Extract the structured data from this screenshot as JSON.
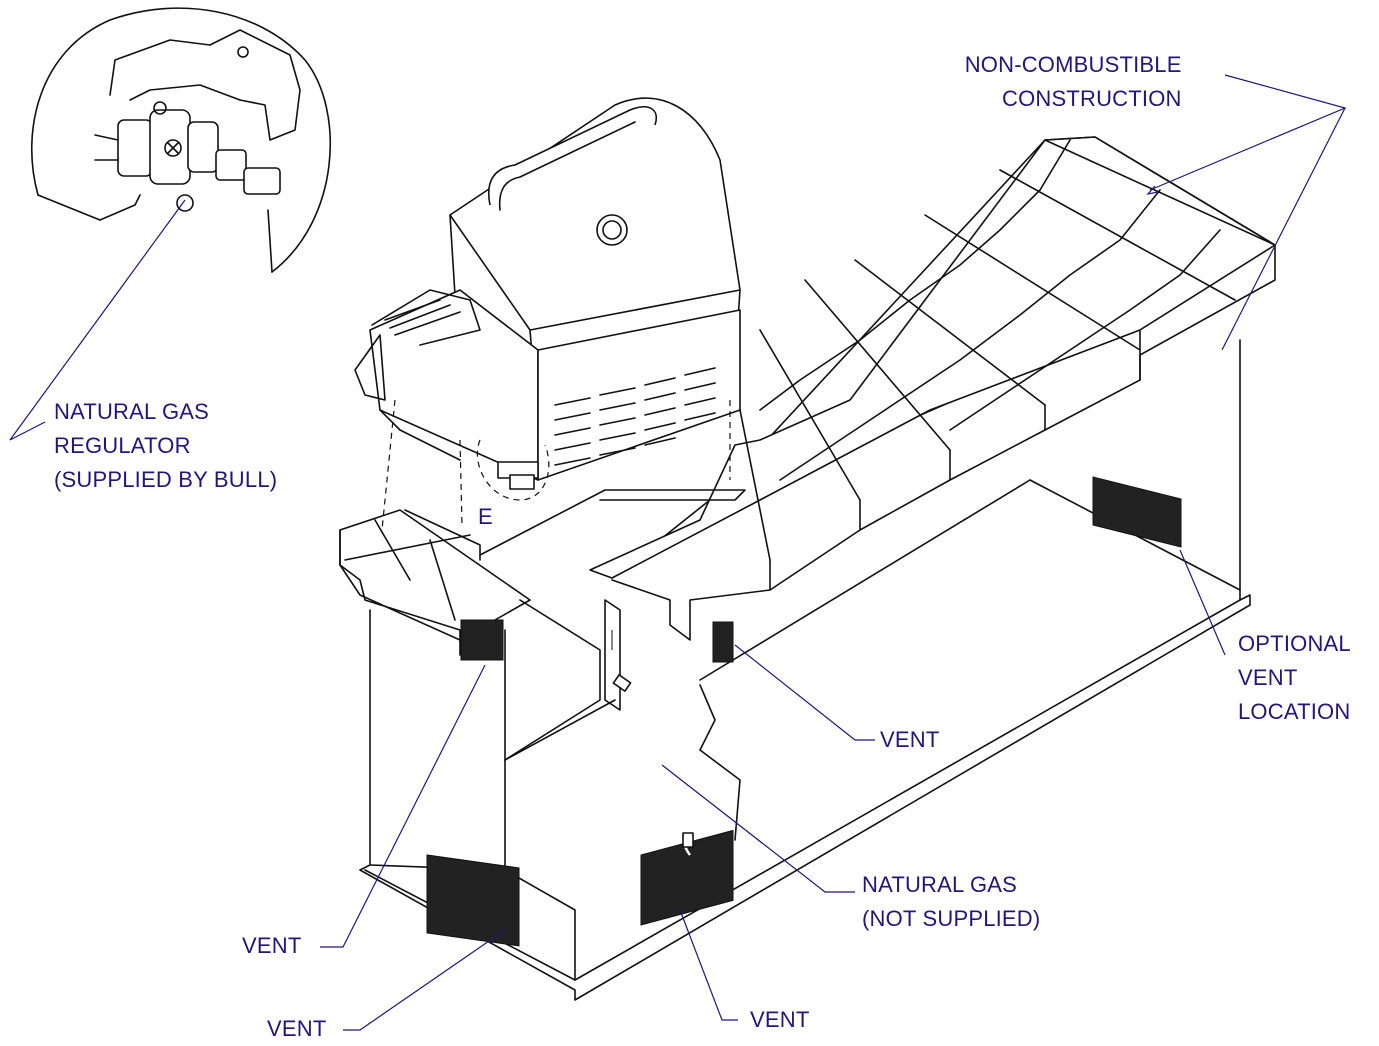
{
  "colors": {
    "label_text": "#25157a",
    "line_art": "#111111",
    "background": "#ffffff"
  },
  "labels": {
    "non_combustible": [
      "NON-COMBUSTIBLE",
      "CONSTRUCTION"
    ],
    "regulator": [
      "NATURAL GAS",
      "REGULATOR",
      "(SUPPLIED BY BULL)"
    ],
    "detail_ref": "E",
    "optional_vent": [
      "OPTIONAL",
      "VENT",
      "LOCATION"
    ],
    "vent": "VENT",
    "natural_gas_line": [
      "NATURAL GAS",
      "(NOT SUPPLIED)"
    ]
  }
}
